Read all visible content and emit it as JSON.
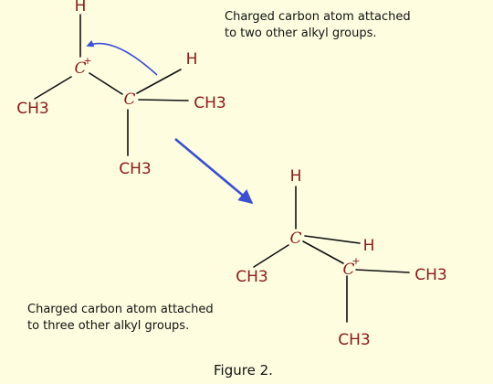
{
  "top_caption": {
    "line1": "Charged carbon atom attached",
    "line2": "to two other alkyl groups."
  },
  "bottom_caption": {
    "line1": "Charged carbon atom attached",
    "line2": "to three other alkyl groups."
  },
  "figure_label": "Figure 2.",
  "molecule_1": {
    "h_top": "H",
    "c_charged": "C",
    "charge": "+",
    "h_right": "H",
    "c_center": "C",
    "ch3_left": "CH3",
    "ch3_right": "CH3",
    "ch3_bottom": "CH3"
  },
  "molecule_2": {
    "h_top": "H",
    "c_left": "C",
    "h_mid": "H",
    "c_charged": "C",
    "charge": "+",
    "ch3_left": "CH3",
    "ch3_right": "CH3",
    "ch3_bottom": "CH3"
  },
  "colors": {
    "background": "#fefde0",
    "atom_text": "#8b1a1a",
    "bond": "#111111",
    "arrow": "#3a4fd6"
  },
  "icons": {
    "shift_arrow": "curved-arrow-icon",
    "reaction_arrow": "arrow-down-right-icon"
  }
}
